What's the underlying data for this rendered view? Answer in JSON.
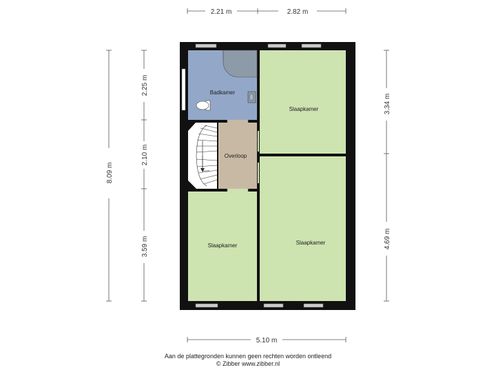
{
  "dimensions": {
    "top_left": "2.21 m",
    "top_right": "2.82 m",
    "bottom_total": "5.10 m",
    "left_total": "8.09 m",
    "left_top": "2.25 m",
    "left_middle": "2.10 m",
    "left_bottom": "3.59 m",
    "right_top": "3.34 m",
    "right_bottom": "4.69 m"
  },
  "rooms": {
    "bathroom": "Badkamer",
    "landing": "Overloop",
    "bedroom_top_right": "Slaapkamer",
    "bedroom_bottom_left": "Slaapkamer",
    "bedroom_bottom_right": "Slaapkamer"
  },
  "colors": {
    "wall": "#111111",
    "bedroom": "#cde3b0",
    "bathroom": "#93a8c8",
    "landing": "#c8b9a5",
    "window": "#cccccc"
  },
  "footer": {
    "line1": "Aan de plattegronden kunnen geen rechten worden ontleend",
    "line2": "© Zibber www.zibber.nl"
  }
}
